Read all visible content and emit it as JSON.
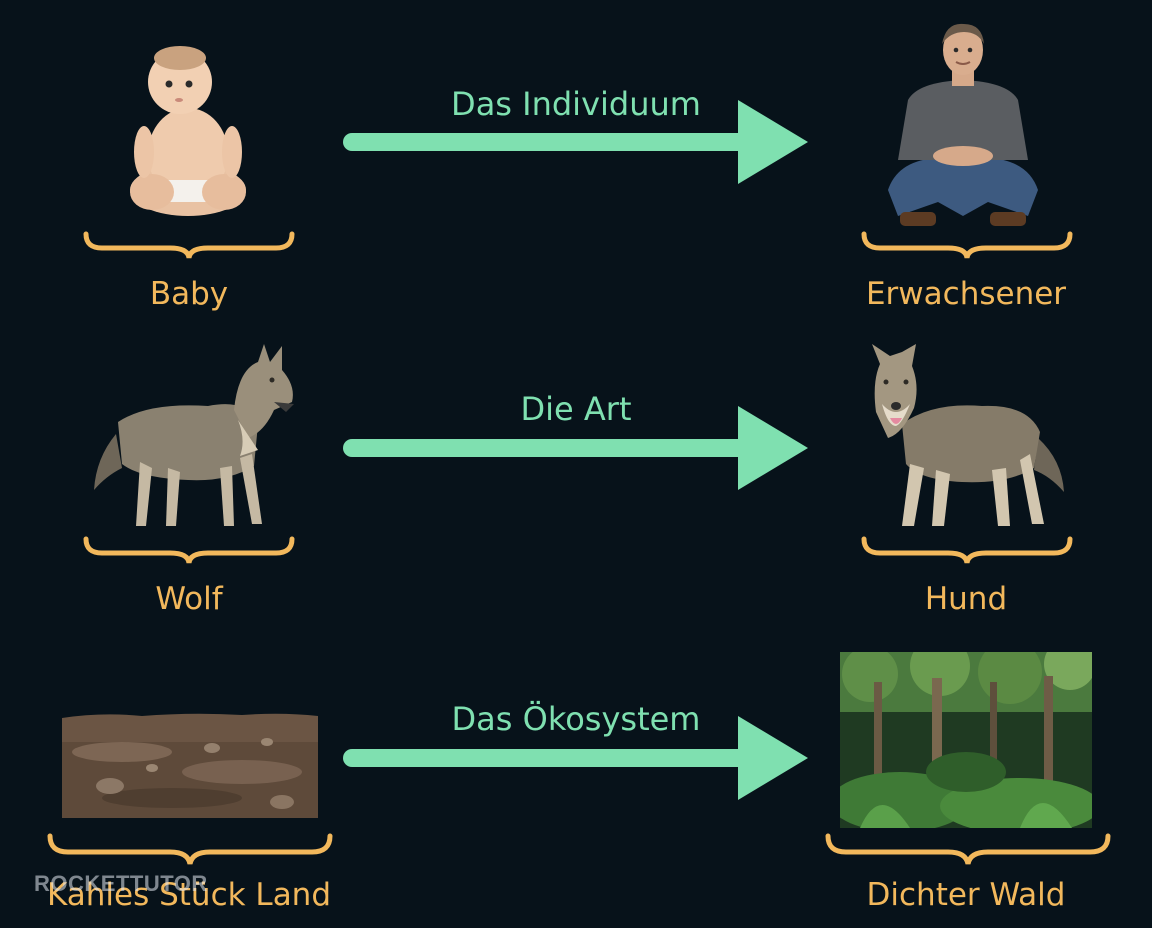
{
  "rows": [
    {
      "transition_label": "Das Individuum",
      "left": {
        "label": "Baby",
        "icon": "baby-icon"
      },
      "right": {
        "label": "Erwachsener",
        "icon": "adult-man-icon"
      }
    },
    {
      "transition_label": "Die Art",
      "left": {
        "label": "Wolf",
        "icon": "wolf-icon"
      },
      "right": {
        "label": "Hund",
        "icon": "dog-icon"
      }
    },
    {
      "transition_label": "Das Ökosystem",
      "left": {
        "label": "Kahles Stück Land",
        "icon": "barren-land-icon"
      },
      "right": {
        "label": "Dichter Wald",
        "icon": "forest-icon"
      }
    }
  ],
  "watermark": "ROCKETTUTOR",
  "colors": {
    "background": "#07121a",
    "arrow": "#7fe0b0",
    "brace": "#f2b85c",
    "label": "#f2b85c"
  }
}
